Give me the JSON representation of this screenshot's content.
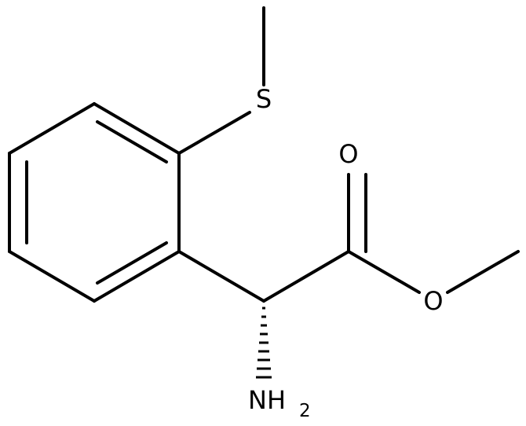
{
  "diagram": {
    "atoms": {
      "sulfur": "S",
      "carbonyl_oxygen": "O",
      "ester_oxygen": "O",
      "amine": "NH",
      "amine_subscript": "2"
    },
    "colors": {
      "bond": "#000000",
      "background": "#ffffff"
    }
  }
}
